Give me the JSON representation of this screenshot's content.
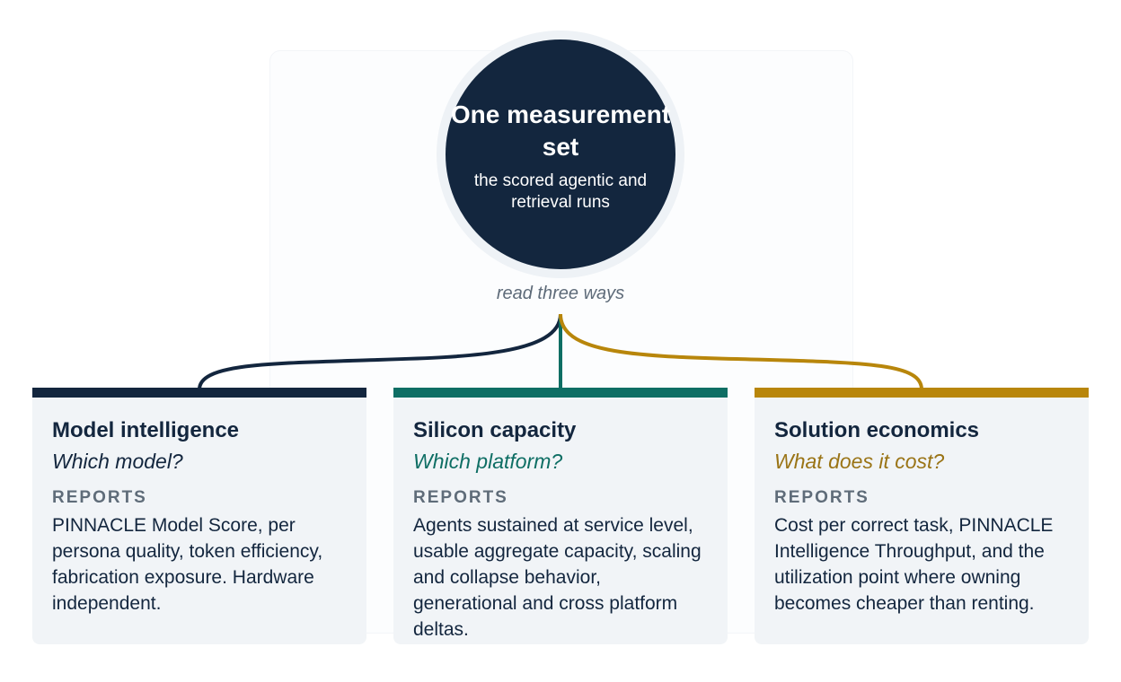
{
  "hub": {
    "title": "One measurement set",
    "subtitle": "the scored agentic and retrieval runs"
  },
  "connector_label": "read three ways",
  "reports_label": "REPORTS",
  "cards": [
    {
      "title": "Model intelligence",
      "question": "Which model?",
      "body": "PINNACLE Model Score, per persona quality, token efficiency, fabrication exposure. Hardware independent.",
      "color": "#13263e"
    },
    {
      "title": "Silicon capacity",
      "question": "Which platform?",
      "body": "Agents sustained at service level, usable aggregate capacity, scaling and collapse behavior, generational and cross platform deltas.",
      "color": "#0e6e64"
    },
    {
      "title": "Solution economics",
      "question": "What does it cost?",
      "body": "Cost per correct task, PINNACLE Intelligence Throughput, and the utilization point where owning becomes cheaper than renting.",
      "color": "#b8860b"
    }
  ]
}
